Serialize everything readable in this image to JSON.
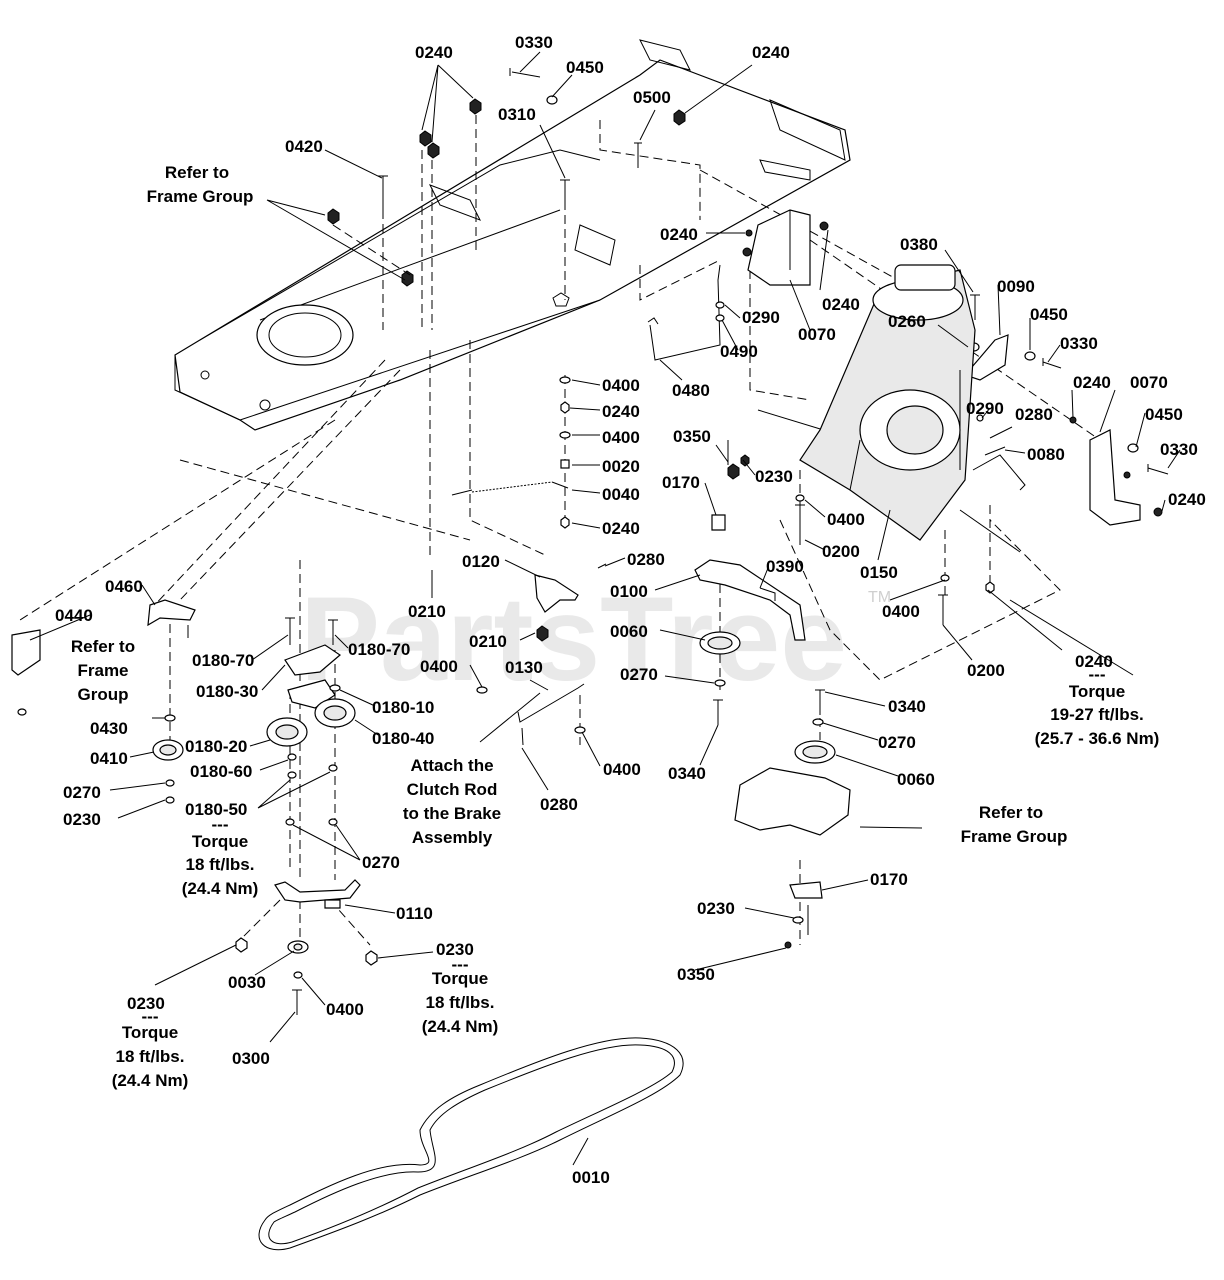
{
  "watermark": {
    "text": "PartsTree",
    "tm": "TM"
  },
  "callouts": [
    {
      "id": "c0240_top",
      "text": "0240"
    },
    {
      "id": "c0330_top",
      "text": "0330"
    },
    {
      "id": "c0450_top",
      "text": "0450"
    },
    {
      "id": "c0240_topr",
      "text": "0240"
    },
    {
      "id": "c0500",
      "text": "0500"
    },
    {
      "id": "c0310",
      "text": "0310"
    },
    {
      "id": "c0420",
      "text": "0420"
    },
    {
      "id": "c0240_a",
      "text": "0240"
    },
    {
      "id": "c0240_b",
      "text": "0240"
    },
    {
      "id": "c0380",
      "text": "0380"
    },
    {
      "id": "c0090",
      "text": "0090"
    },
    {
      "id": "c0260",
      "text": "0260"
    },
    {
      "id": "c0450_r",
      "text": "0450"
    },
    {
      "id": "c0330_r",
      "text": "0330"
    },
    {
      "id": "c0290_a",
      "text": "0290"
    },
    {
      "id": "c0490",
      "text": "0490"
    },
    {
      "id": "c0070_a",
      "text": "0070"
    },
    {
      "id": "c0480",
      "text": "0480"
    },
    {
      "id": "c0400_a",
      "text": "0400"
    },
    {
      "id": "c0240_c",
      "text": "0240"
    },
    {
      "id": "c0400_b",
      "text": "0400"
    },
    {
      "id": "c0020",
      "text": "0020"
    },
    {
      "id": "c0040",
      "text": "0040"
    },
    {
      "id": "c0240_d",
      "text": "0240"
    },
    {
      "id": "c0290_b",
      "text": "0290"
    },
    {
      "id": "c0240_e",
      "text": "0240"
    },
    {
      "id": "c0070_b",
      "text": "0070"
    },
    {
      "id": "c0280_a",
      "text": "0280"
    },
    {
      "id": "c0450_b",
      "text": "0450"
    },
    {
      "id": "c0080",
      "text": "0080"
    },
    {
      "id": "c0330_b",
      "text": "0330"
    },
    {
      "id": "c0350_a",
      "text": "0350"
    },
    {
      "id": "c0230_a",
      "text": "0230"
    },
    {
      "id": "c0170_a",
      "text": "0170"
    },
    {
      "id": "c0240_f",
      "text": "0240"
    },
    {
      "id": "c0400_c",
      "text": "0400"
    },
    {
      "id": "c0200_a",
      "text": "0200"
    },
    {
      "id": "c0150",
      "text": "0150"
    },
    {
      "id": "c0390",
      "text": "0390"
    },
    {
      "id": "c0120",
      "text": "0120"
    },
    {
      "id": "c0280_b",
      "text": "0280"
    },
    {
      "id": "c0100",
      "text": "0100"
    },
    {
      "id": "c0400_d",
      "text": "0400"
    },
    {
      "id": "c0210_a",
      "text": "0210"
    },
    {
      "id": "c0460",
      "text": "0460"
    },
    {
      "id": "c0440",
      "text": "0440"
    },
    {
      "id": "c0060_a",
      "text": "0060"
    },
    {
      "id": "c0210_b",
      "text": "0210"
    },
    {
      "id": "c0200_b",
      "text": "0200"
    },
    {
      "id": "c0240_g",
      "text": "0240"
    },
    {
      "id": "c0180_70a",
      "text": "0180-70"
    },
    {
      "id": "c0180_70b",
      "text": "0180-70"
    },
    {
      "id": "c0180_30",
      "text": "0180-30"
    },
    {
      "id": "c0400_e",
      "text": "0400"
    },
    {
      "id": "c0130",
      "text": "0130"
    },
    {
      "id": "c0270_a",
      "text": "0270"
    },
    {
      "id": "c0180_10",
      "text": "0180-10"
    },
    {
      "id": "c0430",
      "text": "0430"
    },
    {
      "id": "c0180_40",
      "text": "0180-40"
    },
    {
      "id": "c0340_a",
      "text": "0340"
    },
    {
      "id": "c0270_b",
      "text": "0270"
    },
    {
      "id": "c0410",
      "text": "0410"
    },
    {
      "id": "c0180_20",
      "text": "0180-20"
    },
    {
      "id": "c0180_60",
      "text": "0180-60"
    },
    {
      "id": "c0400_f",
      "text": "0400"
    },
    {
      "id": "c0340_b",
      "text": "0340"
    },
    {
      "id": "c0060_b",
      "text": "0060"
    },
    {
      "id": "c0270_c",
      "text": "0270"
    },
    {
      "id": "c0230_b",
      "text": "0230"
    },
    {
      "id": "c0180_50",
      "text": "0180-50"
    },
    {
      "id": "c0280_c",
      "text": "0280"
    },
    {
      "id": "c0270_d",
      "text": "0270"
    },
    {
      "id": "c0170_b",
      "text": "0170"
    },
    {
      "id": "c0110",
      "text": "0110"
    },
    {
      "id": "c0230_c",
      "text": "0230"
    },
    {
      "id": "c0230_d",
      "text": "0230"
    },
    {
      "id": "c0350_b",
      "text": "0350"
    },
    {
      "id": "c0030",
      "text": "0030"
    },
    {
      "id": "c0230_e",
      "text": "0230"
    },
    {
      "id": "c0400_g",
      "text": "0400"
    },
    {
      "id": "c0300",
      "text": "0300"
    },
    {
      "id": "c0010",
      "text": "0010"
    }
  ],
  "notes": {
    "refer_frame_1": [
      "Refer to",
      "Frame  Group"
    ],
    "refer_frame_2": [
      "Refer to",
      "Frame",
      "Group"
    ],
    "refer_frame_3": [
      "Refer to",
      "Frame  Group"
    ],
    "attach_clutch": [
      "Attach the",
      "Clutch Rod",
      "to the Brake",
      "Assembly"
    ],
    "torque_0240": [
      "---",
      "Torque",
      "19-27 ft/lbs.",
      "(25.7 - 36.6 Nm)"
    ],
    "torque_0180_50": [
      "---",
      "Torque",
      "18 ft/lbs.",
      "(24.4 Nm)"
    ],
    "torque_0230_mid": [
      "---",
      "Torque",
      "18 ft/lbs.",
      "(24.4 Nm)"
    ],
    "torque_0230_left": [
      "---",
      "Torque",
      "18 ft/lbs.",
      "(24.4 Nm)"
    ]
  }
}
